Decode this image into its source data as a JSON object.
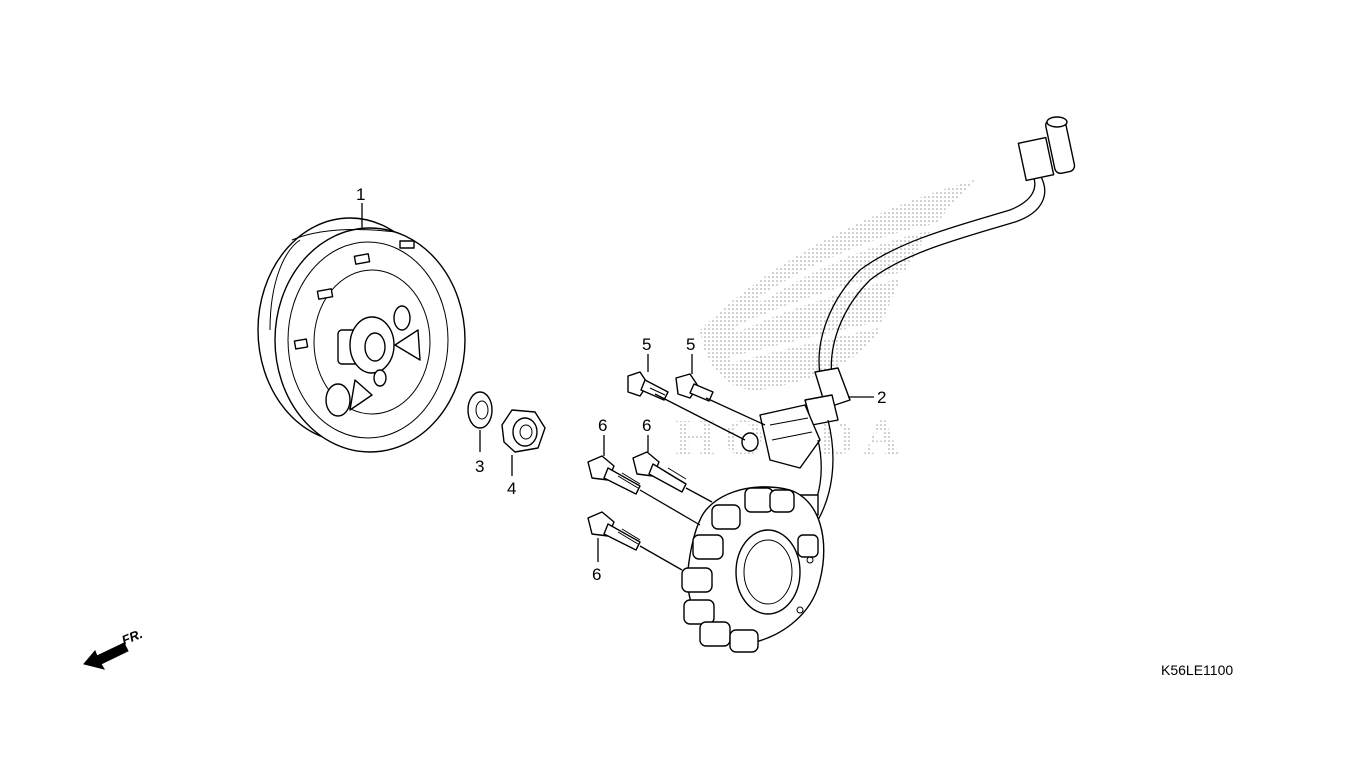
{
  "callouts": {
    "c1": "1",
    "c2": "2",
    "c3": "3",
    "c4": "4",
    "c5a": "5",
    "c5b": "5",
    "c6a": "6",
    "c6b": "6",
    "c6c": "6"
  },
  "diagram_code": "K56LE1100",
  "front_label": "FR.",
  "watermark": {
    "text": "HONDA",
    "color": "#bdbdbd"
  },
  "colors": {
    "line": "#000000",
    "background": "#ffffff"
  }
}
